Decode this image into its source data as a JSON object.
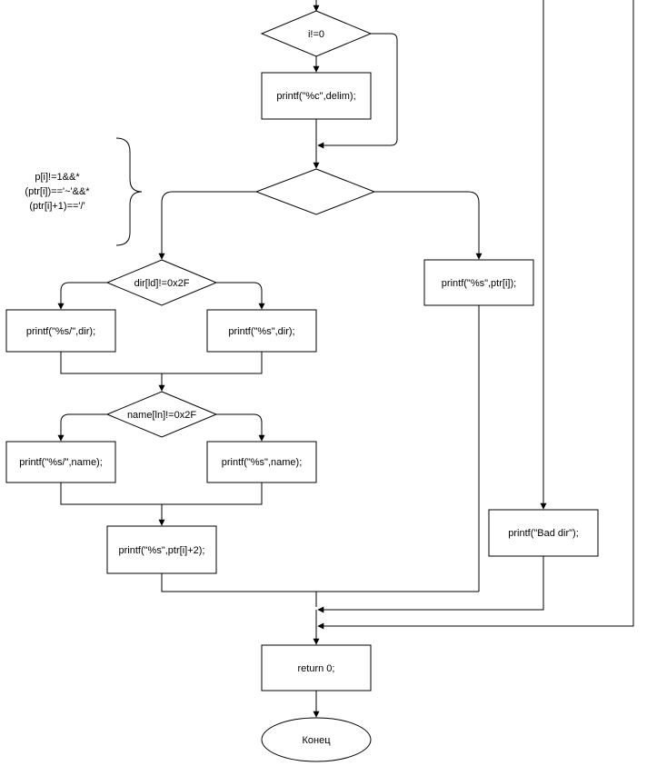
{
  "diagram": {
    "nodes": {
      "cond_i": "i!=0",
      "print_delim": "printf(\"%c\",delim);",
      "cond_main": "",
      "cond_dir": "dir[ld]!=0x2F",
      "print_dir_slash": "printf(\"%s/\",dir);",
      "print_dir": "printf(\"%s\",dir);",
      "cond_name": "name[ln]!=0x2F",
      "print_name_slash": "printf(\"%s/\",name);",
      "print_name": "printf(\"%s\",name);",
      "print_ptr2": "printf(\"%s\",ptr[i]+2);",
      "print_ptr": "printf(\"%s\",ptr[i]);",
      "print_bad": "printf(\"Bad dir\");",
      "return": "return 0;",
      "end": "Конец"
    },
    "comment": {
      "lines": [
        "p[i]!=1&&*",
        "(ptr[i])=='~'&&*",
        "(ptr[i]+1)=='/'"
      ]
    }
  }
}
